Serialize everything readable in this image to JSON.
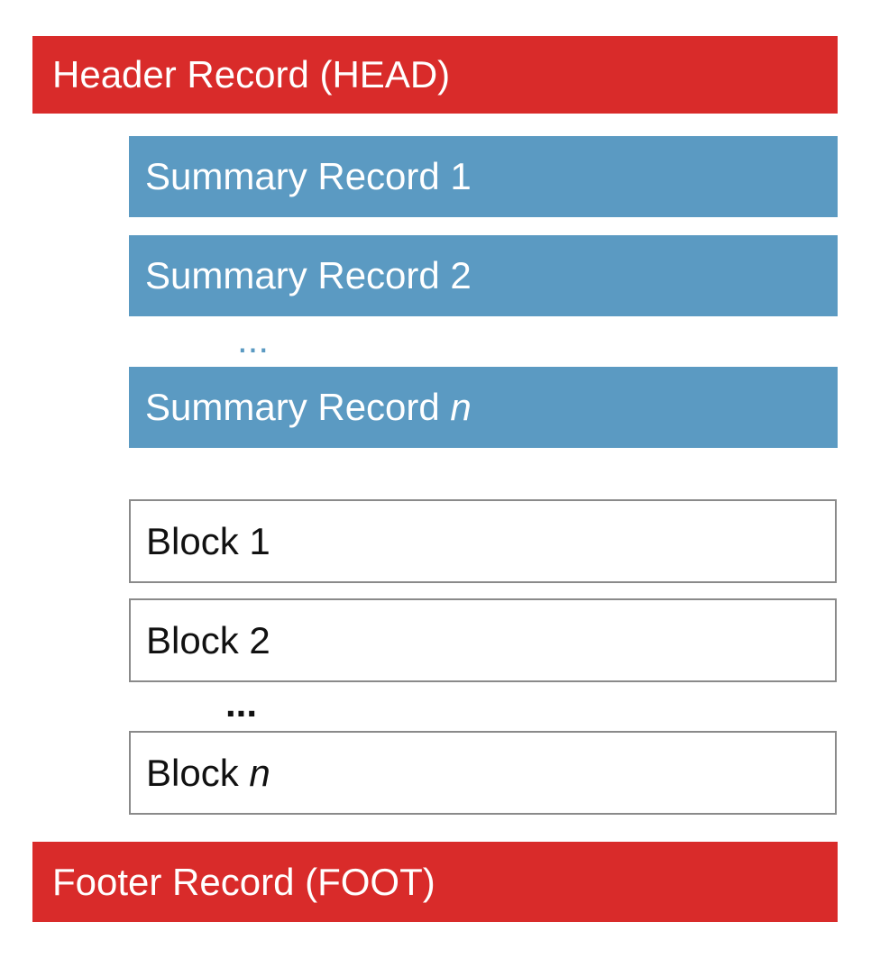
{
  "header": {
    "label": "Header Record (HEAD)"
  },
  "summaries": [
    {
      "label": "Summary Record 1"
    },
    {
      "label": "Summary Record 2"
    },
    {
      "label": "Summary Record ",
      "suffix": "n"
    }
  ],
  "summary_ellipsis": "...",
  "blocks": [
    {
      "label": "Block 1"
    },
    {
      "label": "Block 2"
    },
    {
      "label": "Block ",
      "suffix": "n"
    }
  ],
  "block_ellipsis": "...",
  "footer": {
    "label": "Footer Record (FOOT)"
  },
  "colors": {
    "record_red": "#d92b2a",
    "summary_blue": "#5b9ac2",
    "block_border": "#8a8a8a"
  }
}
